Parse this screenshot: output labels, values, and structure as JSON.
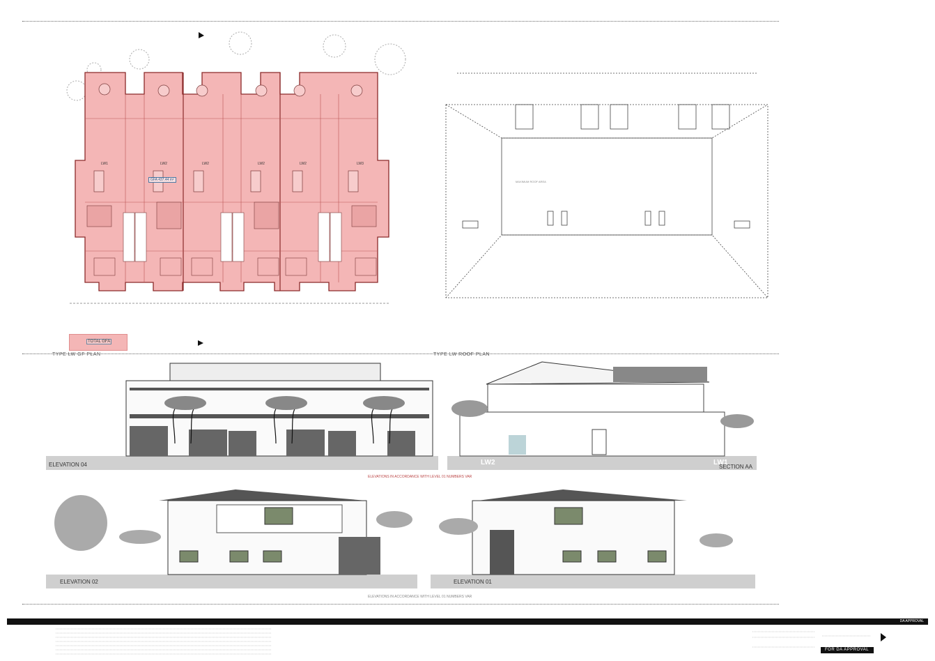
{
  "plans": {
    "ground_floor_title": "TYPE LW GF PLAN",
    "roof_plan_title": "TYPE LW ROOF PLAN",
    "gfa_tag": "GFA 437.44 m²",
    "total_gfa": "TOTAL GFA",
    "unit_labels": [
      "LW1",
      "LW2",
      "LW2",
      "LW2",
      "LW2",
      "LW3"
    ],
    "roof_area_label": "MAXIMUM ROOF AREA"
  },
  "elevations": {
    "elevation_04": "ELEVATION 04",
    "elevation_02": "ELEVATION 02",
    "elevation_01": "ELEVATION 01",
    "section_aa": "SECTION AA",
    "lw2": "LW2",
    "lw1": "LW1",
    "note_upper": "ELEVATIONS IN ACCORDANCE WITH LEVEL 01 NUMBERS VAR",
    "note_lower": "ELEVATIONS IN ACCORDANCE WITH LEVEL 01 NUMBERS VAR"
  },
  "footer": {
    "bar_text": "DA APPROVAL",
    "stamp": "FOR DA APPROVAL"
  },
  "colors": {
    "gfa_fill": "#f4b6b6",
    "gfa_outline": "#8a2a2a",
    "footer_bar": "#111111"
  }
}
